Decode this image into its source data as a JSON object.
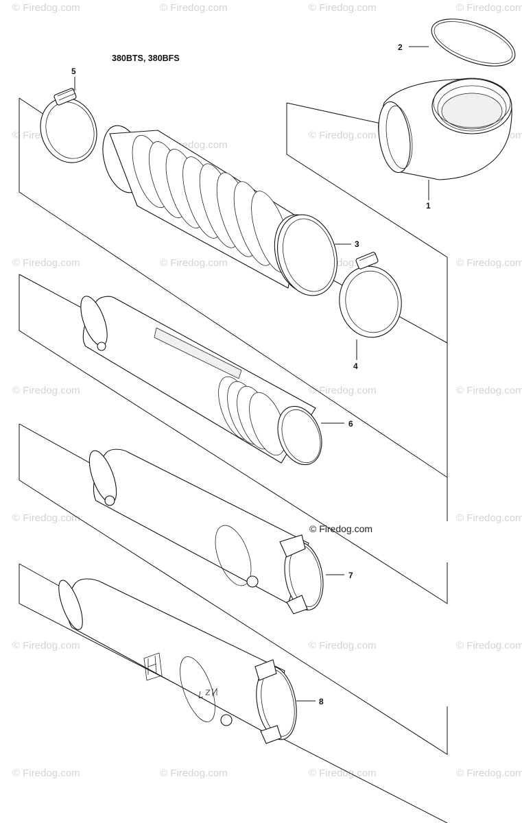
{
  "model_label": "380BTS, 380BFS",
  "copyright": "© Firedog.com",
  "watermark": "© Firedog.com",
  "callouts": [
    "1",
    "2",
    "3",
    "4",
    "5",
    "6",
    "7",
    "8"
  ]
}
